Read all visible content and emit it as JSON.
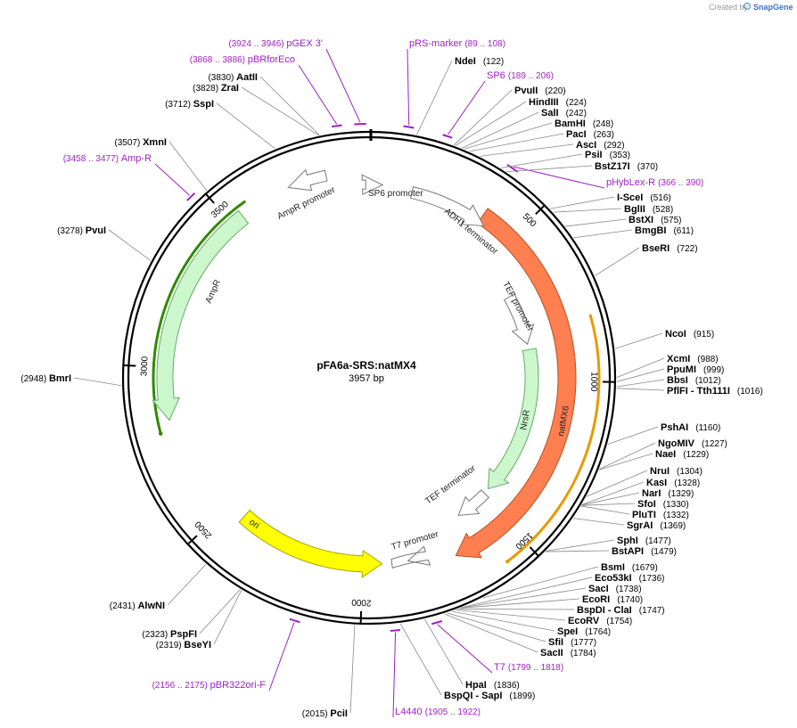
{
  "credit": {
    "text": "Created by",
    "brand": "SnapGene"
  },
  "plasmid": {
    "name": "pFA6a-SRS:natMX4",
    "size_text": "3957 bp",
    "length": 3957
  },
  "ticks": [
    {
      "pos": 500,
      "label": "500"
    },
    {
      "pos": 1000,
      "label": "1000"
    },
    {
      "pos": 1500,
      "label": "1500"
    },
    {
      "pos": 2000,
      "label": "2000"
    },
    {
      "pos": 2500,
      "label": "2500"
    },
    {
      "pos": 3000,
      "label": "3000"
    },
    {
      "pos": 3500,
      "label": "3500"
    }
  ],
  "enzymes_right": [
    {
      "name": "NdeI",
      "pos": "(122)",
      "site": 122
    },
    {
      "name": "PvuII",
      "pos": "(220)",
      "site": 220
    },
    {
      "name": "HindIII",
      "pos": "(224)",
      "site": 224
    },
    {
      "name": "SalI",
      "pos": "(242)",
      "site": 242
    },
    {
      "name": "BamHI",
      "pos": "(248)",
      "site": 248
    },
    {
      "name": "PacI",
      "pos": "(263)",
      "site": 263
    },
    {
      "name": "AscI",
      "pos": "(292)",
      "site": 292
    },
    {
      "name": "PsiI",
      "pos": "(353)",
      "site": 353
    },
    {
      "name": "BstZ17I",
      "pos": "(370)",
      "site": 370
    },
    {
      "name": "I-SceI",
      "pos": "(516)",
      "site": 516
    },
    {
      "name": "BglII",
      "pos": "(528)",
      "site": 528
    },
    {
      "name": "BstXI",
      "pos": "(575)",
      "site": 575
    },
    {
      "name": "BmgBI",
      "pos": "(611)",
      "site": 611
    },
    {
      "name": "BseRI",
      "pos": "(722)",
      "site": 722
    },
    {
      "name": "NcoI",
      "pos": "(915)",
      "site": 915
    },
    {
      "name": "XcmI",
      "pos": "(988)",
      "site": 988
    },
    {
      "name": "PpuMI",
      "pos": "(999)",
      "site": 999
    },
    {
      "name": "BbsI",
      "pos": "(1012)",
      "site": 1012
    },
    {
      "name": "PflFI - Tth111I",
      "pos": "(1016)",
      "site": 1016
    },
    {
      "name": "PshAI",
      "pos": "(1160)",
      "site": 1160
    },
    {
      "name": "NgoMIV",
      "pos": "(1227)",
      "site": 1227
    },
    {
      "name": "NaeI",
      "pos": "(1229)",
      "site": 1229
    },
    {
      "name": "NruI",
      "pos": "(1304)",
      "site": 1304
    },
    {
      "name": "KasI",
      "pos": "(1328)",
      "site": 1328
    },
    {
      "name": "NarI",
      "pos": "(1329)",
      "site": 1329
    },
    {
      "name": "SfoI",
      "pos": "(1330)",
      "site": 1330
    },
    {
      "name": "PluTI",
      "pos": "(1332)",
      "site": 1332
    },
    {
      "name": "SgrAI",
      "pos": "(1369)",
      "site": 1369
    },
    {
      "name": "SphI",
      "pos": "(1477)",
      "site": 1477
    },
    {
      "name": "BstAPI",
      "pos": "(1479)",
      "site": 1479
    },
    {
      "name": "BsmI",
      "pos": "(1679)",
      "site": 1679
    },
    {
      "name": "Eco53kI",
      "pos": "(1736)",
      "site": 1736
    },
    {
      "name": "SacI",
      "pos": "(1738)",
      "site": 1738
    },
    {
      "name": "EcoRI",
      "pos": "(1740)",
      "site": 1740
    },
    {
      "name": "BspDI - ClaI",
      "pos": "(1747)",
      "site": 1747
    },
    {
      "name": "EcoRV",
      "pos": "(1754)",
      "site": 1754
    },
    {
      "name": "SpeI",
      "pos": "(1764)",
      "site": 1764
    },
    {
      "name": "SfiI",
      "pos": "(1777)",
      "site": 1777
    },
    {
      "name": "SacII",
      "pos": "(1784)",
      "site": 1784
    },
    {
      "name": "HpaI",
      "pos": "(1836)",
      "site": 1836
    },
    {
      "name": "BspQI - SapI",
      "pos": "(1899)",
      "site": 1899
    }
  ],
  "enzymes_left": [
    {
      "name": "AatII",
      "pos": "(3830)",
      "site": 3830
    },
    {
      "name": "ZraI",
      "pos": "(3828)",
      "site": 3828
    },
    {
      "name": "SspI",
      "pos": "(3712)",
      "site": 3712
    },
    {
      "name": "XmnI",
      "pos": "(3507)",
      "site": 3507
    },
    {
      "name": "PvuI",
      "pos": "(3278)",
      "site": 3278
    },
    {
      "name": "BmrI",
      "pos": "(2948)",
      "site": 2948
    },
    {
      "name": "AlwNI",
      "pos": "(2431)",
      "site": 2431
    },
    {
      "name": "PspFI",
      "pos": "(2323)",
      "site": 2323
    },
    {
      "name": "BseYI",
      "pos": "(2319)",
      "site": 2319
    },
    {
      "name": "PciI",
      "pos": "(2015)",
      "site": 2015
    }
  ],
  "primers": [
    {
      "name": "pGEX 3'",
      "range": "(3924 .. 3946)",
      "start": 3924,
      "end": 3946
    },
    {
      "name": "pBRforEco",
      "range": "(3868 .. 3886)",
      "start": 3868,
      "end": 3886
    },
    {
      "name": "Amp-R",
      "range": "(3458 .. 3477)",
      "start": 3458,
      "end": 3477
    },
    {
      "name": "pRS-marker",
      "range": "(89 .. 108)",
      "start": 89,
      "end": 108
    },
    {
      "name": "SP6",
      "range": "(189 .. 206)",
      "start": 189,
      "end": 206
    },
    {
      "name": "pHybLex-R",
      "range": "(366 .. 390)",
      "start": 366,
      "end": 390
    },
    {
      "name": "T7",
      "range": "(1799 .. 1818)",
      "start": 1799,
      "end": 1818
    },
    {
      "name": "L4440",
      "range": "(1905 .. 1922)",
      "start": 1905,
      "end": 1922
    },
    {
      "name": "pBR322ori-F",
      "range": "(2156 .. 2175)",
      "start": 2156,
      "end": 2175
    }
  ],
  "features": [
    {
      "name": "SP6 promoter",
      "kind": "promoter"
    },
    {
      "name": "ADH1 terminator",
      "kind": "terminator"
    },
    {
      "name": "TEF promoter",
      "kind": "promoter"
    },
    {
      "name": "NrsR",
      "kind": "cds"
    },
    {
      "name": "natMX6",
      "kind": "cds"
    },
    {
      "name": "TEF terminator",
      "kind": "terminator"
    },
    {
      "name": "T7 promoter",
      "kind": "promoter"
    },
    {
      "name": "ori",
      "kind": "origin"
    },
    {
      "name": "AmpR",
      "kind": "cds"
    },
    {
      "name": "AmpR promoter",
      "kind": "promoter"
    }
  ],
  "colors": {
    "primer": "#a020c8",
    "promoter": "#ffffff",
    "cds_green": "#ccf7cc",
    "natmx": "#ff7f50",
    "ori": "#ffff00",
    "amp_track": "#2e8b00",
    "nat_track": "#e89a00"
  }
}
